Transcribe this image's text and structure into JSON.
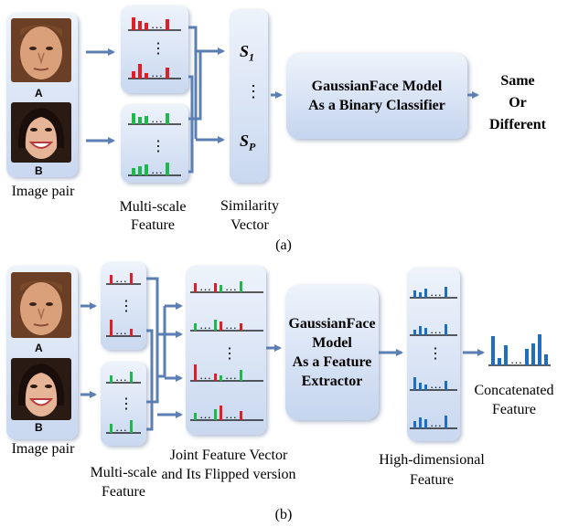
{
  "panel_a": {
    "face_a_label": "A",
    "face_b_label": "B",
    "image_pair": "Image pair",
    "multiscale_line1": "Multi-scale",
    "multiscale_line2": "Feature",
    "similarity_line1": "Similarity",
    "similarity_line2": "Vector",
    "s1": "S",
    "s1_sub": "1",
    "sp": "S",
    "sp_sub": "P",
    "model_line1": "GaussianFace Model",
    "model_line2": "As a Binary Classifier",
    "out_line1": "Same",
    "out_line2": "Or",
    "out_line3": "Different",
    "caption": "(a)"
  },
  "panel_b": {
    "face_a_label": "A",
    "face_b_label": "B",
    "image_pair": "Image pair",
    "multiscale_line1": "Multi-scale",
    "multiscale_line2": "Feature",
    "joint_line1": "Joint Feature Vector",
    "joint_line2": "and Its Flipped version",
    "model_line1": "GaussianFace",
    "model_line2": "Model",
    "model_line3": "As a Feature",
    "model_line4": "Extractor",
    "highdim_line1": "High-dimensional",
    "highdim_line2": "Feature",
    "concat_line1": "Concatenated",
    "concat_line2": "Feature",
    "caption": "(b)"
  },
  "colors": {
    "red": "#e01e28",
    "green": "#1fb84d",
    "blue": "#1f6fc0",
    "arrow": "#5b7fb3",
    "panel": "#d3def3"
  },
  "ellipsis": "…",
  "vdots": "⋮"
}
